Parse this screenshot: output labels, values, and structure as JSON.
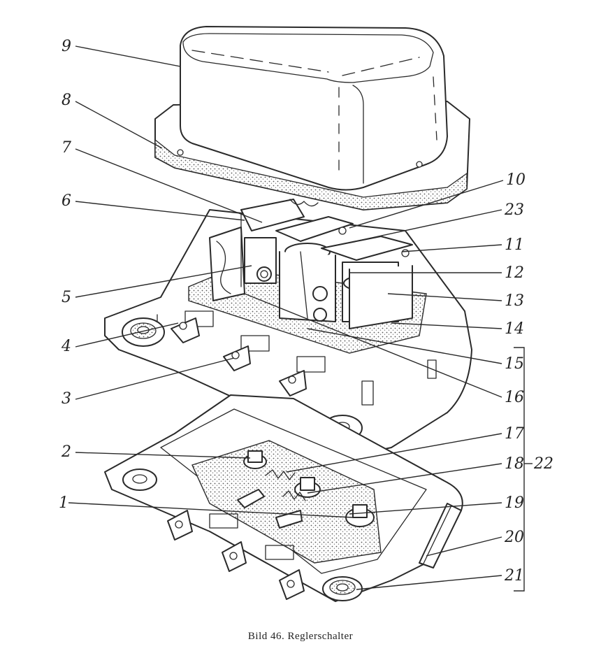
{
  "caption": "Bild 46. Reglerschalter",
  "callouts": [
    "1",
    "2",
    "3",
    "4",
    "5",
    "6",
    "7",
    "8",
    "9",
    "10",
    "11",
    "12",
    "13",
    "14",
    "15",
    "16",
    "17",
    "18",
    "19",
    "20",
    "21",
    "22",
    "23"
  ]
}
